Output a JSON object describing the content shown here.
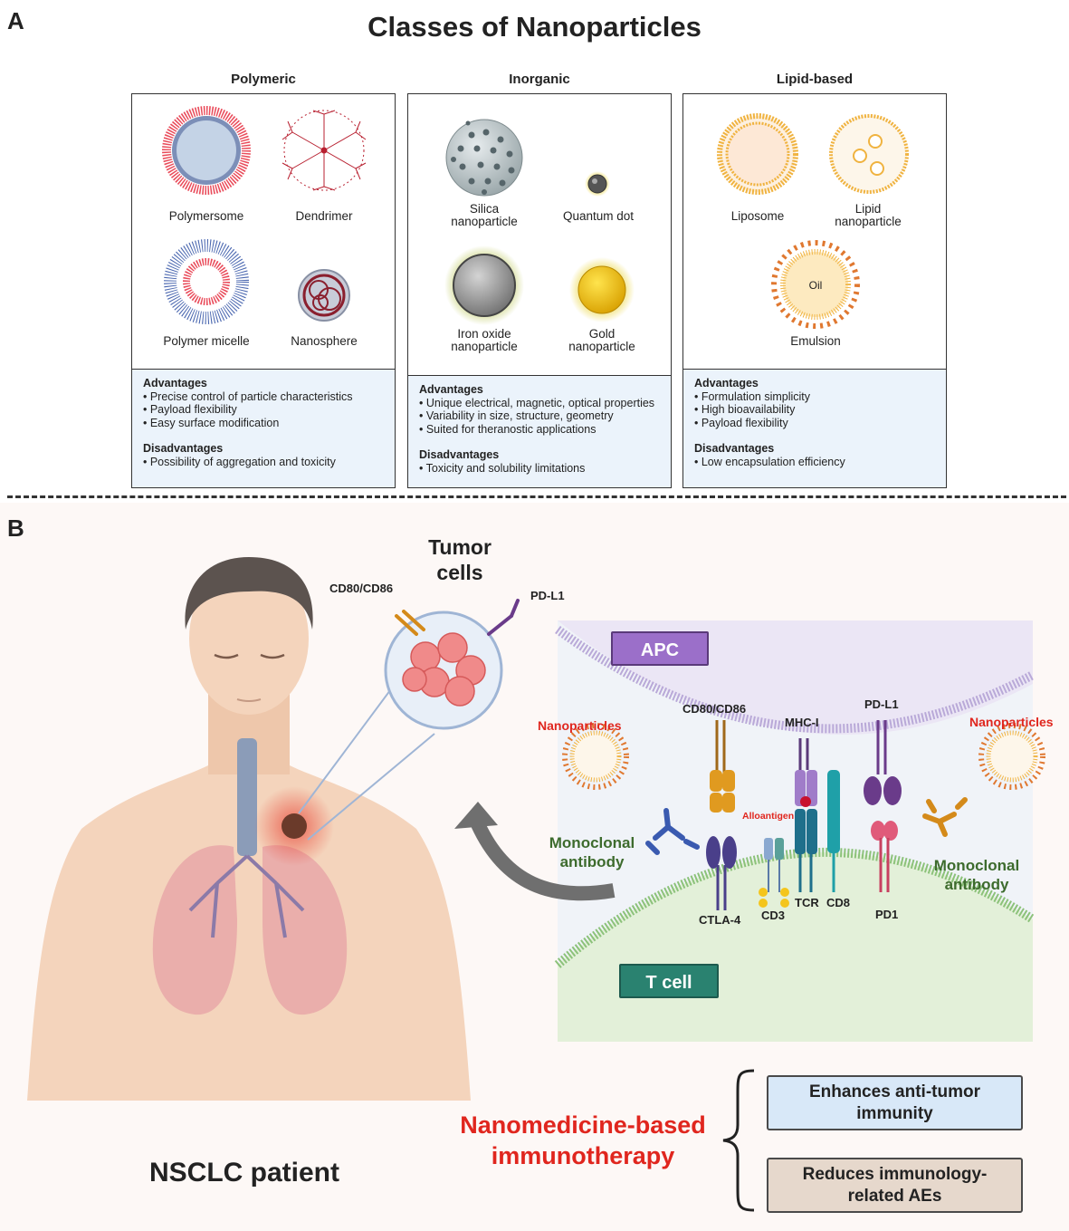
{
  "panel_a": {
    "letter": "A",
    "title": "Classes of Nanoparticles",
    "columns": [
      {
        "title": "Polymeric",
        "items": [
          "Polymersome",
          "Dendrimer",
          "Polymer micelle",
          "Nanosphere"
        ],
        "advantages_heading": "Advantages",
        "advantages": [
          "• Precise control of particle characteristics",
          "• Payload flexibility",
          "• Easy surface modification"
        ],
        "disadvantages_heading": "Disadvantages",
        "disadvantages": [
          "• Possibility of aggregation and toxicity"
        ]
      },
      {
        "title": "Inorganic",
        "items": [
          "Silica\nnanoparticle",
          "Quantum dot",
          "Iron oxide\nnanoparticle",
          "Gold\nnanoparticle"
        ],
        "advantages_heading": "Advantages",
        "advantages": [
          "• Unique electrical, magnetic, optical properties",
          "• Variability in size, structure, geometry",
          "• Suited for theranostic applications"
        ],
        "disadvantages_heading": "Disadvantages",
        "disadvantages": [
          "• Toxicity and solubility limitations"
        ]
      },
      {
        "title": "Lipid-based",
        "items": [
          "Liposome",
          "Lipid\nnanoparticle",
          "Emulsion"
        ],
        "oil_label": "Oil",
        "advantages_heading": "Advantages",
        "advantages": [
          "• Formulation simplicity",
          "• High bioavailability",
          "• Payload flexibility"
        ],
        "disadvantages_heading": "Disadvantages",
        "disadvantages": [
          "• Low encapsulation efficiency"
        ]
      }
    ]
  },
  "panel_b": {
    "letter": "B",
    "tumor_cells": "Tumor\ncells",
    "cd80_top": "CD80/CD86",
    "pdl1_top": "PD-L1",
    "apc": "APC",
    "tcell": "T cell",
    "cd80": "CD80/CD86",
    "mhc": "MHC-I",
    "pdl1": "PD-L1",
    "nanoparticles_left": "Nanoparticles",
    "nanoparticles_right": "Nanoparticles",
    "alloantigen": "Alloantigen",
    "mab_left": "Monoclonal\nantibody",
    "mab_right": "Monoclonal\nantibody",
    "ctla4": "CTLA-4",
    "cd3": "CD3",
    "tcr": "TCR",
    "cd8": "CD8",
    "pd1": "PD1",
    "patient": "NSCLC patient",
    "therapy": "Nanomedicine-based\nimmunotherapy",
    "outcome1": "Enhances anti-tumor\nimmunity",
    "outcome2": "Reduces immunology-\nrelated AEs",
    "colors": {
      "red": "#e0261e",
      "green": "#3d6b2d",
      "apc": "#9b6fc9",
      "tcell": "#2a8270"
    }
  }
}
